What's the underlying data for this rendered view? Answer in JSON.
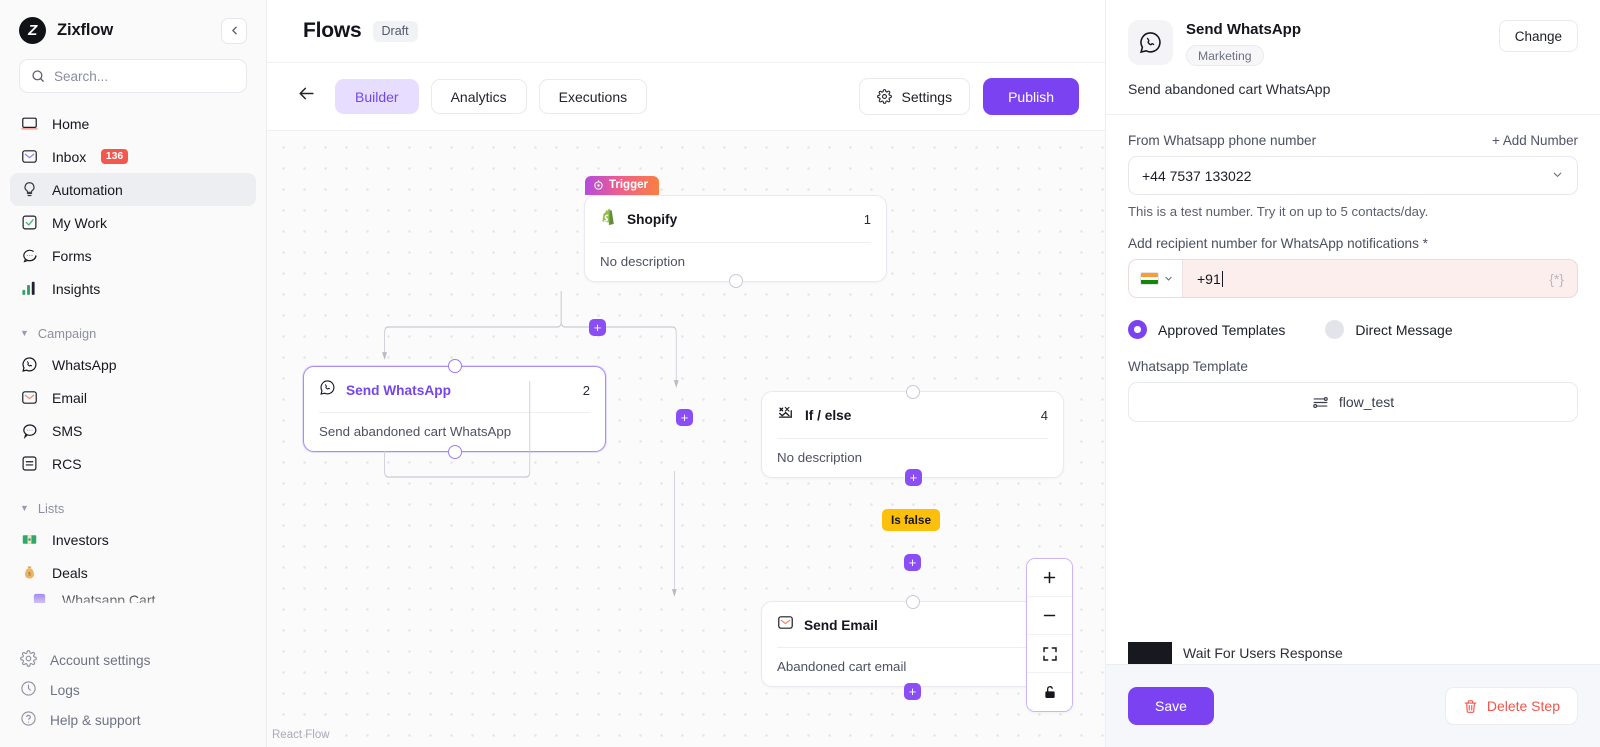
{
  "sidebar": {
    "brand": "Zixflow",
    "collapse_icon": "chevron-left-icon",
    "search": {
      "placeholder": "Search...",
      "icon": "search-icon"
    },
    "nav": [
      {
        "label": "Home",
        "icon": "home-icon",
        "active": false
      },
      {
        "label": "Inbox",
        "icon": "inbox-icon",
        "active": false,
        "badge": "136"
      },
      {
        "label": "Automation",
        "icon": "bulb-icon",
        "active": true
      },
      {
        "label": "My Work",
        "icon": "check-square-icon",
        "active": false
      },
      {
        "label": "Forms",
        "icon": "forms-icon",
        "active": false
      },
      {
        "label": "Insights",
        "icon": "bar-chart-icon",
        "active": false
      }
    ],
    "sections": [
      {
        "label": "Campaign",
        "items": [
          {
            "label": "WhatsApp",
            "icon": "whatsapp-icon"
          },
          {
            "label": "Email",
            "icon": "email-icon"
          },
          {
            "label": "SMS",
            "icon": "sms-icon"
          },
          {
            "label": "RCS",
            "icon": "rcs-icon"
          }
        ]
      },
      {
        "label": "Lists",
        "items": [
          {
            "label": "Investors",
            "icon": "money-icon"
          },
          {
            "label": "Deals",
            "icon": "money-bag-icon"
          }
        ]
      }
    ],
    "footer": [
      {
        "label": "Account settings",
        "icon": "gear-icon"
      },
      {
        "label": "Logs",
        "icon": "clock-icon"
      },
      {
        "label": "Help & support",
        "icon": "question-icon"
      }
    ]
  },
  "header": {
    "title": "Flows",
    "status": "Draft",
    "back_icon": "arrow-left-icon",
    "tabs": [
      {
        "label": "Builder",
        "active": true
      },
      {
        "label": "Analytics",
        "active": false
      },
      {
        "label": "Executions",
        "active": false
      }
    ],
    "settings_label": "Settings",
    "settings_icon": "gear-icon",
    "publish_label": "Publish"
  },
  "canvas": {
    "attribution": "React Flow",
    "trigger_badge": "Trigger",
    "branch_label": "Is false",
    "nodes": [
      {
        "id": "shopify",
        "title": "Shopify",
        "desc": "No description",
        "num": "1",
        "icon": "shopify-icon"
      },
      {
        "id": "whatsapp",
        "title": "Send WhatsApp",
        "desc": "Send abandoned cart WhatsApp",
        "num": "2",
        "icon": "whatsapp-icon"
      },
      {
        "id": "ifelse",
        "title": "If / else",
        "desc": "No description",
        "num": "4",
        "icon": "branch-icon"
      },
      {
        "id": "email",
        "title": "Send Email",
        "desc": "Abandoned cart email",
        "num": "",
        "icon": "email-icon"
      }
    ],
    "zoom_controls": [
      {
        "name": "zoom-in",
        "glyph": "+"
      },
      {
        "name": "zoom-out",
        "glyph": "−"
      },
      {
        "name": "fit-view",
        "glyph": "fit"
      },
      {
        "name": "lock",
        "glyph": "lock"
      }
    ]
  },
  "panel": {
    "title": "Send WhatsApp",
    "tag": "Marketing",
    "change_label": "Change",
    "subtitle": "Send abandoned cart WhatsApp",
    "from_label": "From Whatsapp phone number",
    "add_number_label": "+ Add Number",
    "from_value": "+44 7537 133022",
    "from_hint": "This is a test number. Try it on up to 5 contacts/day.",
    "recipient_label": "Add recipient number for WhatsApp notifications *",
    "recipient_value": "+91",
    "recipient_country": "IN",
    "variable_glyph": "{*}",
    "radio_approved": "Approved Templates",
    "radio_direct": "Direct Message",
    "radio_selected": "Approved Templates",
    "template_label": "Whatsapp Template",
    "template_value": "flow_test",
    "cut_off_label": "Wait For Users Response",
    "save_label": "Save",
    "delete_label": "Delete Step",
    "delete_icon": "trash-icon"
  },
  "colors": {
    "accent": "#7b42f2",
    "accent_soft": "#e7ddfe",
    "danger": "#f2554b",
    "badge_red": "#f2584e",
    "branch_yellow": "#fcc00c",
    "error_bg": "#fdeeee"
  }
}
